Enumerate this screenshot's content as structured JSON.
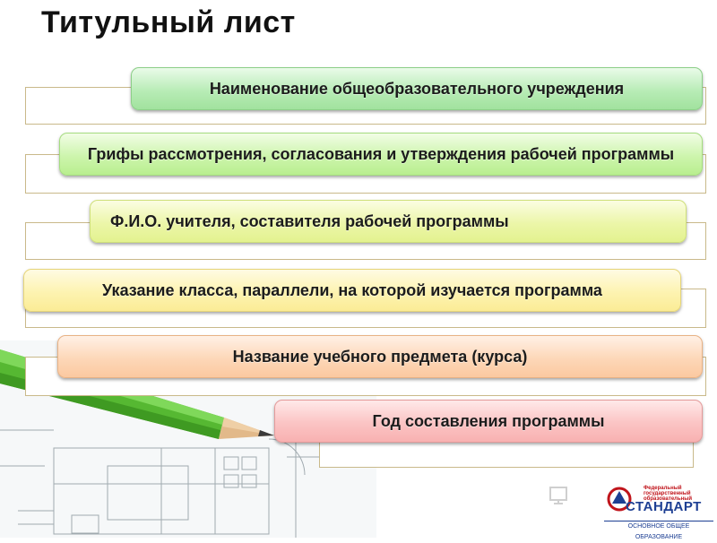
{
  "page": {
    "title": "Титульный лист"
  },
  "items": [
    {
      "label": "Наименование общеобразовательного учреждения"
    },
    {
      "label": "Грифы рассмотрения, согласования и утверждения рабочей программы"
    },
    {
      "label": "Ф.И.О. учителя, составителя рабочей программы"
    },
    {
      "label": "Указание класса, параллели, на которой изучается программа"
    },
    {
      "label": "Название учебного предмета (курса)"
    },
    {
      "label": "Год составления программы"
    }
  ],
  "logo": {
    "line1": "Федеральный",
    "line2": "государственный",
    "line3": "образовательный",
    "main": "СТАНДАРТ",
    "bottom": "ОСНОВНОЕ ОБЩЕЕ ОБРАЗОВАНИЕ"
  },
  "colors": {
    "logo_red": "#c0141b",
    "logo_blue": "#1d3f93",
    "pencil_green": "#5cc23a"
  }
}
